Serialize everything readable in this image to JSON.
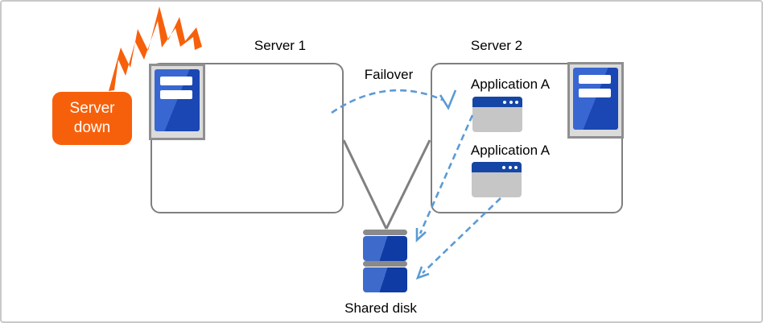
{
  "labels": {
    "server1": "Server 1",
    "server2": "Server 2",
    "failover": "Failover",
    "application_a_1": "Application A",
    "application_a_2": "Application A",
    "shared_disk": "Shared disk",
    "server_down": "Server down"
  },
  "icons": {
    "server_tower": "server-tower-icon",
    "application_window": "application-window-icon",
    "shared_disk_stack": "disk-stack-icon",
    "crash_burst": "crash-burst-icon",
    "failover_arrow": "dashed-curved-arrow",
    "app_to_disk_arrows": "dashed-straight-arrows"
  },
  "colors": {
    "accent_orange": "#F7600B",
    "shape_gray": "#7F7F7F",
    "connector_gray": "#808080",
    "arrow_blue": "#5B9BD5",
    "server_blue_light": "#3867D1",
    "server_blue_dark": "#1A47B3",
    "disk_blue_light": "#3E6BCB",
    "disk_blue_dark": "#0E3BA4",
    "titlebar_blue": "#1546A5",
    "window_body_gray": "#C6C6C6",
    "icon_frame_gray": "#DBDBDB",
    "text_black": "#000000"
  }
}
